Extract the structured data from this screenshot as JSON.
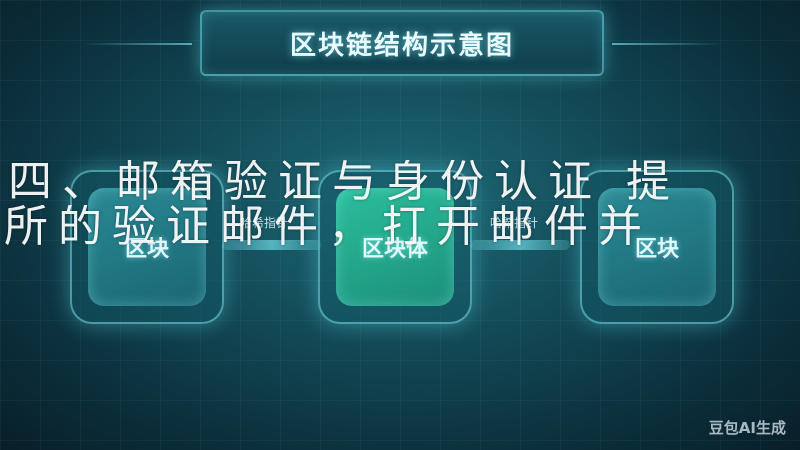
{
  "title": "区块链结构示意图",
  "blocks": [
    {
      "label": "区块"
    },
    {
      "label": "区块体"
    },
    {
      "label": "区块"
    }
  ],
  "chain_labels": [
    "哈希指针",
    "哈希指针"
  ],
  "overlay": {
    "line1": "四、邮箱验证与身份认证 提",
    "line2": "所的验证邮件，打开邮件并"
  },
  "watermark": "豆包AI生成"
}
